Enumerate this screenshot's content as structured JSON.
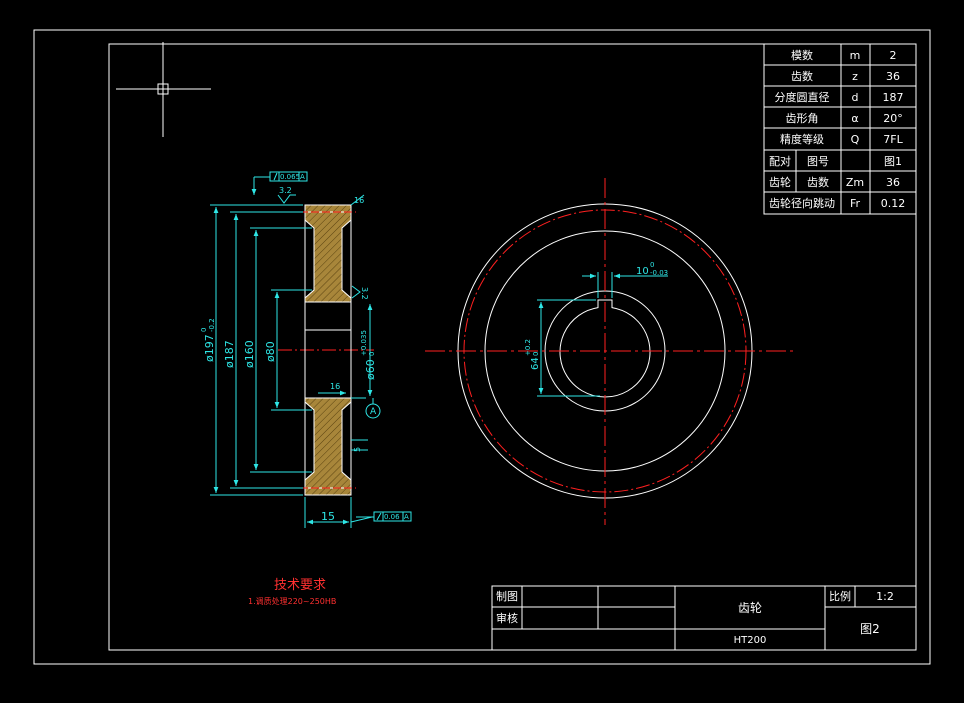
{
  "colors": {
    "background": "#000000",
    "line_white": "#ffffff",
    "dimension_cyan": "#2ee6e6",
    "centerline_red": "#ff2020",
    "section_fill": "#a8863a"
  },
  "param_table": [
    {
      "label": "模数",
      "symbol": "m",
      "value": "2"
    },
    {
      "label": "齿数",
      "symbol": "z",
      "value": "36"
    },
    {
      "label": "分度圆直径",
      "symbol": "d",
      "value": "187"
    },
    {
      "label": "齿形角",
      "symbol": "α",
      "value": "20°"
    },
    {
      "label": "精度等级",
      "symbol": "Q",
      "value": "7FL"
    },
    {
      "label_a": "配对",
      "label_b": "图号",
      "symbol": "",
      "value": "图1"
    },
    {
      "label_a": "齿轮",
      "label_b": "齿数",
      "symbol": "Zm",
      "value": "36"
    },
    {
      "label": "齿轮径向跳动",
      "symbol": "Fr",
      "value": "0.12"
    }
  ],
  "section_view": {
    "dim_197": "ø197",
    "dim_197_tol_upper": "0",
    "dim_197_tol_lower": "-0.2",
    "dim_187": "ø187",
    "dim_160": "ø160",
    "dim_80": "ø80",
    "dim_60": "ø60",
    "dim_60_tol_upper": "+0.035",
    "dim_60_tol_lower": "0",
    "width_15": "15",
    "small_16_top": "16",
    "small_16_mid": "16",
    "small_5": "5",
    "roughness_32_top": "3.2",
    "roughness_32_side": "3.2",
    "tolerance_top": "0.065",
    "tolerance_top_ref": "A",
    "tolerance_bottom": "0.06",
    "tolerance_bottom_ref": "A",
    "datum_label": "A"
  },
  "front_view": {
    "keyway_width": "10",
    "keyway_width_tol_upper": "0",
    "keyway_width_tol_lower": "-0.03",
    "keyway_depth": "64",
    "keyway_depth_tol_upper": "+0.2",
    "keyway_depth_tol_lower": "0"
  },
  "tech_requirements": {
    "title": "技术要求",
    "line1": "1.调质处理220~250HB"
  },
  "title_block": {
    "drawn_by_label": "制图",
    "checked_by_label": "审核",
    "part_name": "齿轮",
    "material": "HT200",
    "scale_label": "比例",
    "scale_value": "1:2",
    "drawing_no": "图2"
  }
}
